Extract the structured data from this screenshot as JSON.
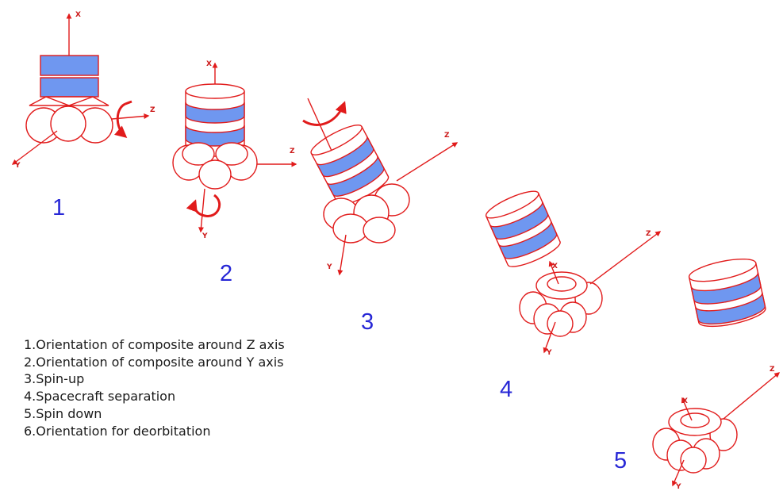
{
  "colors": {
    "line": "#e11b1b",
    "panel_fill": "#6f97f0",
    "step_number": "#2727d6",
    "legend_text": "#1a1a1a"
  },
  "axis_labels": {
    "x": "X",
    "y": "Y",
    "z": "Z"
  },
  "steps": [
    {
      "number": "1",
      "caption": "1.Orientation of composite around Z axis"
    },
    {
      "number": "2",
      "caption": "2.Orientation of composite around Y axis"
    },
    {
      "number": "3",
      "caption": "3.Spin-up"
    },
    {
      "number": "4",
      "caption": "4.Spacecraft separation"
    },
    {
      "number": "5",
      "caption": "5.Spin down"
    },
    {
      "number": "",
      "caption": "6.Orientation for deorbitation"
    }
  ]
}
